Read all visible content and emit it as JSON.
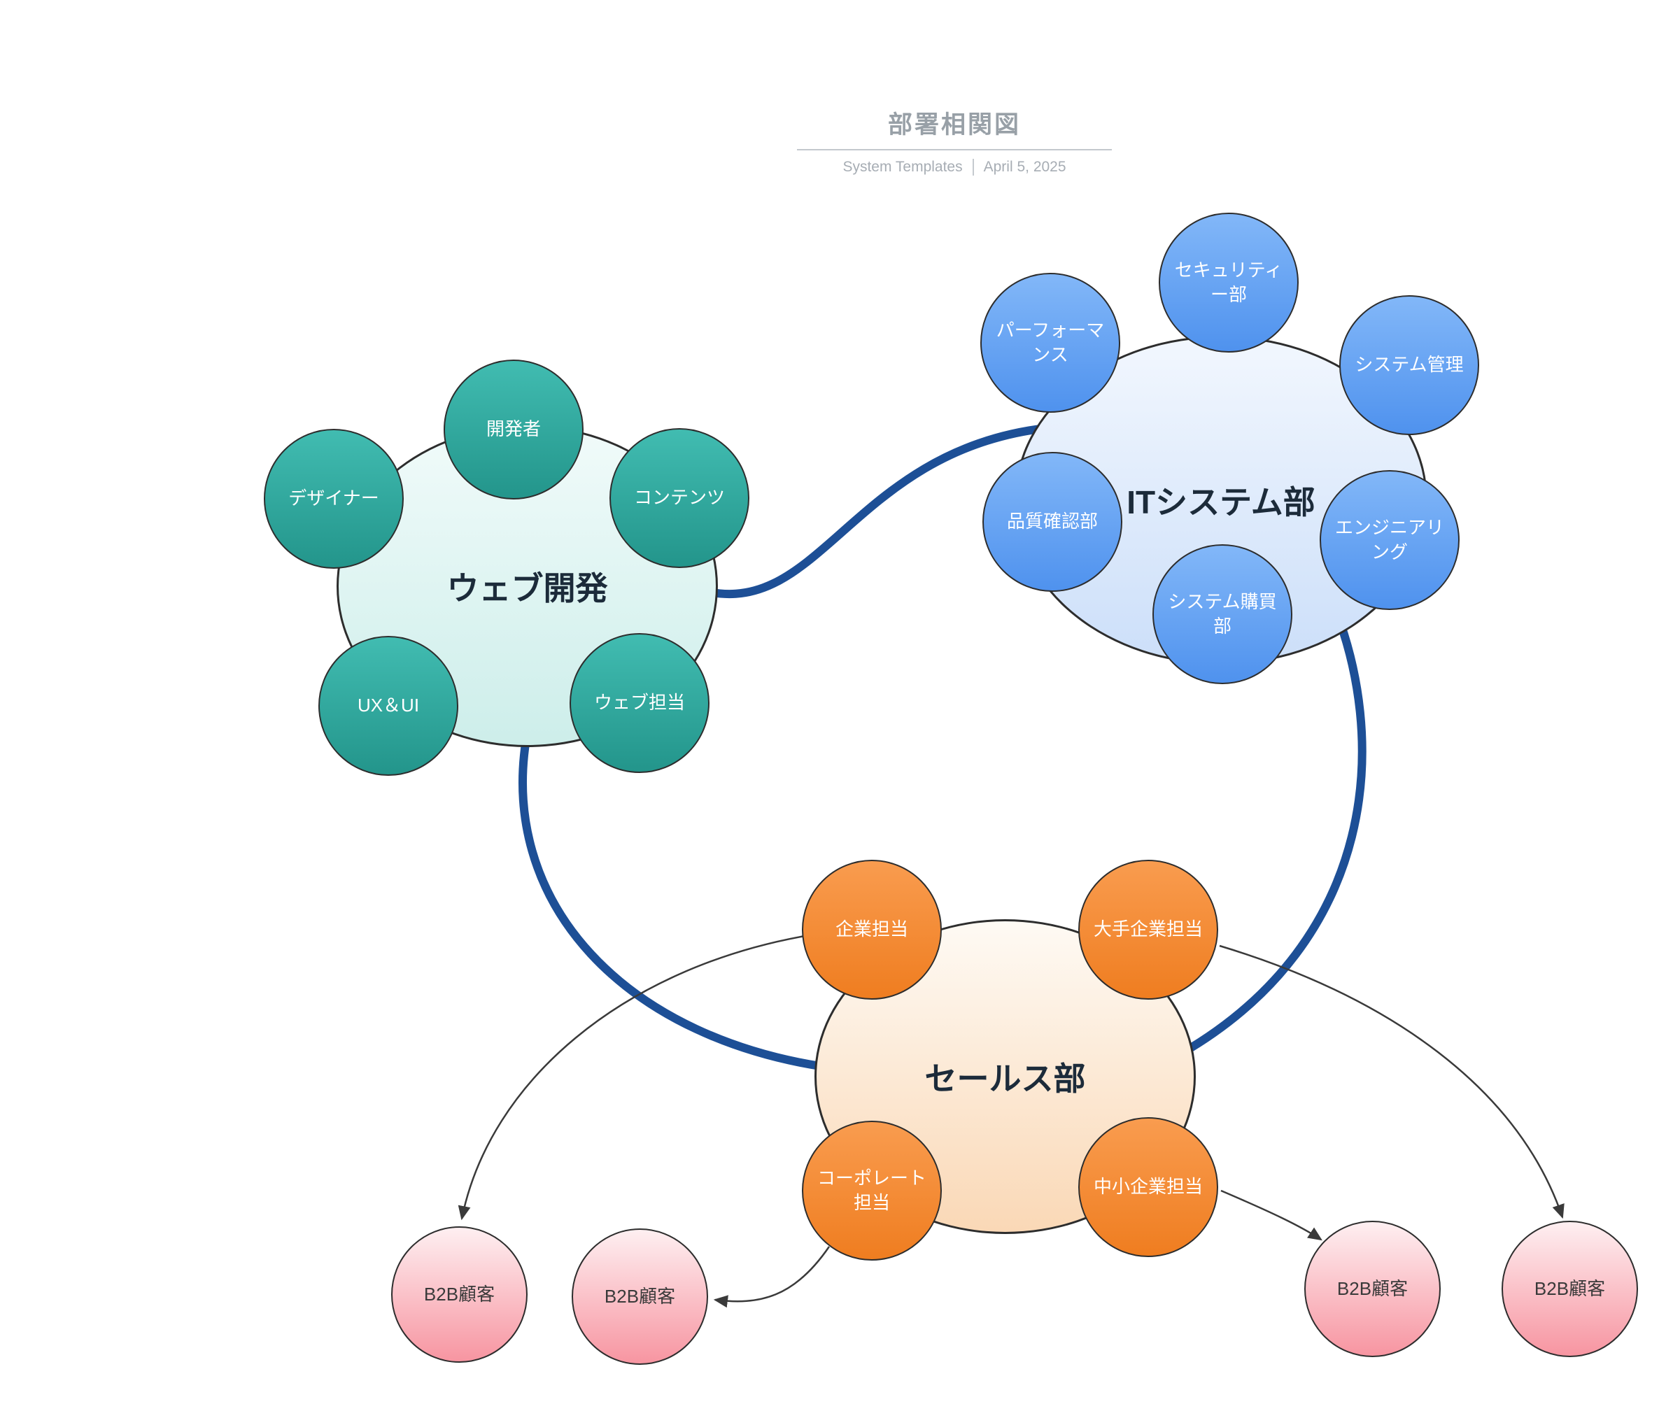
{
  "header": {
    "title": "部署相関図",
    "subtitle_left": "System Templates",
    "subtitle_right": "April 5, 2025"
  },
  "clusters": {
    "web_dev": {
      "label": "ウェブ開発",
      "satellites": [
        {
          "label": "開発者"
        },
        {
          "label": "デザイナー"
        },
        {
          "label": "コンテンツ"
        },
        {
          "label": "UX＆UI"
        },
        {
          "label": "ウェブ担当"
        }
      ]
    },
    "it_system": {
      "label": "ITシステム部",
      "satellites": [
        {
          "label": "セキュリティー部"
        },
        {
          "label": "パーフォーマンス"
        },
        {
          "label": "システム管理"
        },
        {
          "label": "品質確認部"
        },
        {
          "label": "エンジニアリング"
        },
        {
          "label": "システム購買部"
        }
      ]
    },
    "sales": {
      "label": "セールス部",
      "satellites": [
        {
          "label": "企業担当"
        },
        {
          "label": "大手企業担当"
        },
        {
          "label": "コーポレート担当"
        },
        {
          "label": "中小企業担当"
        }
      ]
    }
  },
  "customers": [
    {
      "label": "B2B顧客"
    },
    {
      "label": "B2B顧客"
    },
    {
      "label": "B2B顧客"
    },
    {
      "label": "B2B顧客"
    }
  ],
  "connections": {
    "department_links": [
      {
        "from": "ウェブ開発",
        "to": "ITシステム部"
      },
      {
        "from": "ITシステム部",
        "to": "セールス部"
      },
      {
        "from": "ウェブ開発",
        "to": "セールス部"
      }
    ],
    "customer_links": [
      {
        "from": "企業担当",
        "to": "B2B顧客"
      },
      {
        "from": "コーポレート担当",
        "to": "B2B顧客"
      },
      {
        "from": "中小企業担当",
        "to": "B2B顧客"
      },
      {
        "from": "大手企業担当",
        "to": "B2B顧客"
      }
    ]
  },
  "colors": {
    "teal_node_top": "#41bcb1",
    "teal_node_bottom": "#23958b",
    "teal_area_top": "#f1fbfa",
    "teal_area_bottom": "#cdeeea",
    "blue_node_top": "#82b7f8",
    "blue_node_bottom": "#4f92ee",
    "blue_area_top": "#f2f7fe",
    "blue_area_bottom": "#ccdff9",
    "orange_node_top": "#f99c4f",
    "orange_node_bottom": "#ef7d20",
    "orange_area_top": "#fefaf4",
    "orange_area_bottom": "#fad8b6",
    "pink_node_top": "#feeff1",
    "pink_node_bottom": "#f795a1",
    "edge_blue": "#1d4f96",
    "edge_dark": "#3a3a3a",
    "node_stroke": "#2d2d2d",
    "title_gray": "#98a0a7",
    "subtitle_gray": "#a7adb4",
    "label_dark": "#1c2b3a"
  }
}
